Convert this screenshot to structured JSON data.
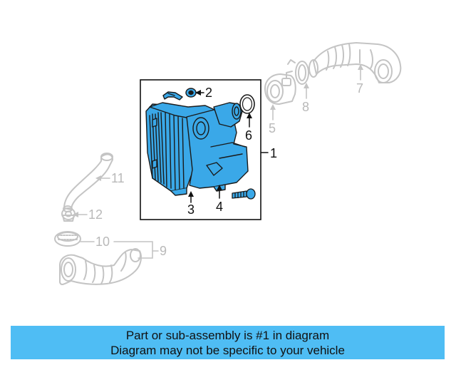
{
  "diagram": {
    "callouts": [
      {
        "id": "1",
        "label": "1"
      },
      {
        "id": "2",
        "label": "2"
      },
      {
        "id": "3",
        "label": "3"
      },
      {
        "id": "4",
        "label": "4"
      },
      {
        "id": "5",
        "label": "5"
      },
      {
        "id": "6",
        "label": "6"
      },
      {
        "id": "7",
        "label": "7"
      },
      {
        "id": "8",
        "label": "8"
      },
      {
        "id": "9",
        "label": "9"
      },
      {
        "id": "10",
        "label": "10"
      },
      {
        "id": "11",
        "label": "11"
      },
      {
        "id": "12",
        "label": "12"
      }
    ],
    "colors": {
      "highlight_part": "#3aa8e8",
      "highlight_outline": "#1a1a1a",
      "faded_part": "#c4c4c4",
      "banner_bg": "#4fbdf4"
    }
  },
  "banner": {
    "line1": "Part or sub-assembly is #1 in diagram",
    "line2": "Diagram may not be specific to your vehicle"
  }
}
